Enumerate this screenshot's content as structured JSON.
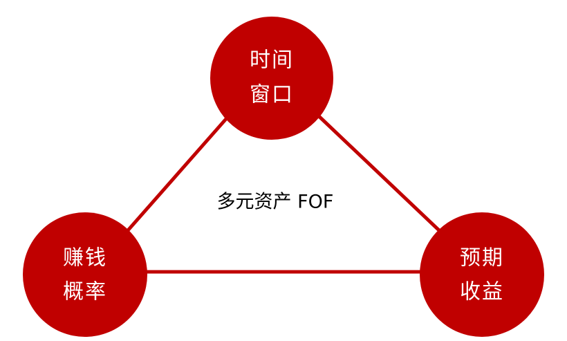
{
  "diagram": {
    "accent_color": "#C00000",
    "center_label": "多元资产 FOF",
    "nodes": {
      "top": {
        "line1": "时间",
        "line2": "窗口"
      },
      "left": {
        "line1": "赚钱",
        "line2": "概率"
      },
      "right": {
        "line1": "预期",
        "line2": "收益"
      }
    }
  }
}
